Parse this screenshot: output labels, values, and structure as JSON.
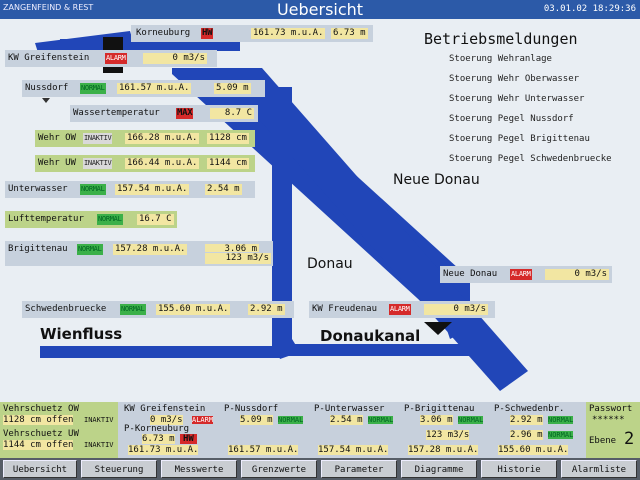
{
  "header": {
    "left": "ZANGENFEIND & REST",
    "title": "Uebersicht",
    "clock": "03.01.02 18:29:36"
  },
  "meldungen": {
    "title": "Betriebsmeldungen",
    "items": [
      "Stoerung Wehranlage",
      "Stoerung Wehr Oberwasser",
      "Stoerung Wehr Unterwasser",
      "Stoerung Pegel Nussdorf",
      "Stoerung Pegel Brigittenau",
      "Stoerung Pegel Schwedenbruecke"
    ]
  },
  "rivers": {
    "neue_donau": "Neue Donau",
    "donau": "Donau",
    "wienfluss": "Wienfluss",
    "donaukanal": "Donaukanal"
  },
  "stations": {
    "korneuburg": {
      "label": "Korneuburg",
      "status": "HW",
      "level": "161.73 m.u.A.",
      "depth": "6.73 m"
    },
    "greifenstein": {
      "label": "KW Greifenstein",
      "status": "ALARM",
      "flow": "0 m3/s"
    },
    "nussdorf": {
      "label": "Nussdorf",
      "status": "NORMAL",
      "level": "161.57 m.u.A.",
      "depth": "5.09 m"
    },
    "wassertemp": {
      "label": "Wassertemperatur",
      "status": "MAX",
      "value": "8.7 C"
    },
    "wehr_ow": {
      "label": "Wehr OW",
      "status": "INAKTIV",
      "level": "166.28 m.u.A.",
      "depth": "1128 cm"
    },
    "wehr_uw": {
      "label": "Wehr UW",
      "status": "INAKTIV",
      "level": "166.44 m.u.A.",
      "depth": "1144 cm"
    },
    "unterwasser": {
      "label": "Unterwasser",
      "status": "NORMAL",
      "level": "157.54 m.u.A.",
      "depth": "2.54 m"
    },
    "lufttemp": {
      "label": "Lufttemperatur",
      "status": "NORMAL",
      "value": "16.7 C"
    },
    "brigittenau": {
      "label": "Brigittenau",
      "status": "NORMAL",
      "level": "157.28 m.u.A.",
      "depth": "3.06 m",
      "flow": "123 m3/s"
    },
    "schwedenbruecke": {
      "label": "Schwedenbruecke",
      "status": "NORMAL",
      "level": "155.60 m.u.A.",
      "depth": "2.92 m"
    },
    "freudenau": {
      "label": "KW Freudenau",
      "status": "ALARM",
      "flow": "0 m3/s"
    },
    "neue_donau": {
      "label": "Neue Donau",
      "status": "ALARM",
      "flow": "0 m3/s"
    }
  },
  "panel": {
    "vs_ow": {
      "label": "Vehrschuetz OW",
      "value": "1128 cm offen",
      "status": "INAKTIV"
    },
    "vs_uw": {
      "label": "Vehrschuetz UW",
      "value": "1144 cm offen",
      "status": "INAKTIV"
    },
    "kw_greif": {
      "label": "KW Greifenstein",
      "value": "0 m3/s",
      "status": "ALARM"
    },
    "p_korn": {
      "label": "P-Korneuburg",
      "value": "6.73 m",
      "status": "HW",
      "level": "161.73 m.u.A."
    },
    "p_nuss": {
      "label": "P-Nussdorf",
      "value": "5.09 m",
      "status": "NORMAL",
      "level": "161.57 m.u.A."
    },
    "p_unter": {
      "label": "P-Unterwasser",
      "value": "2.54 m",
      "status": "NORMAL",
      "level": "157.54 m.u.A."
    },
    "p_brig": {
      "label": "P-Brigittenau",
      "value": "3.06 m",
      "status": "NORMAL",
      "flow": "123 m3/s",
      "level": "157.28 m.u.A."
    },
    "p_schw": {
      "label": "P-Schwedenbr.",
      "value": "2.92 m",
      "status": "NORMAL",
      "value2": "2.96 m",
      "status2": "NORMAL",
      "level": "155.60 m.u.A."
    },
    "passwort": {
      "label": "Passwort",
      "value": "******"
    },
    "ebene": {
      "label": "Ebene",
      "value": "2"
    }
  },
  "nav": [
    "Uebersicht",
    "Steuerung",
    "Messwerte",
    "Grenzwerte",
    "Parameter",
    "Diagramme",
    "Historie",
    "Alarmliste"
  ],
  "colors": {
    "river": "#2146b8",
    "normal": "#3bb049",
    "alarm": "#d52a2a",
    "value": "#f2e6a2",
    "header": "#2c5aa8"
  }
}
